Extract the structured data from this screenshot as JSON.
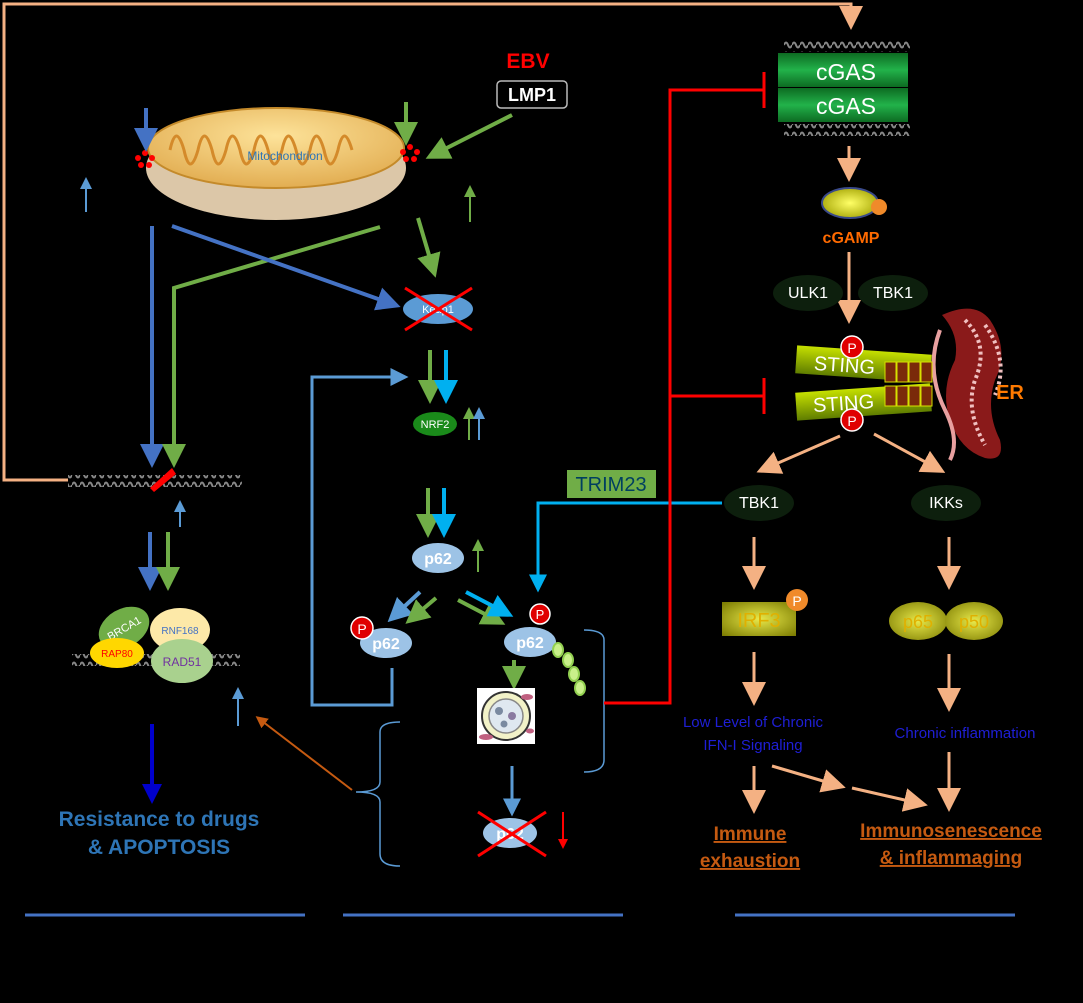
{
  "labels": {
    "ebv": "EBV",
    "lmp1": "LMP1",
    "mitochondrion": "Mitochondrion",
    "keap1": "Keap1",
    "nrf2": "NRF2",
    "p62": "p62",
    "brca1": "BRCA1",
    "rnf168": "RNF168",
    "rap80": "RAP80",
    "rad51": "RAD51",
    "resistance_line1": "Resistance to drugs",
    "resistance_line2": "& APOPTOSIS",
    "trim23": "TRIM23",
    "cgas": "cGAS",
    "cgamp": "cGAMP",
    "ulk1": "ULK1",
    "tbk1": "TBK1",
    "sting": "STING",
    "p": "P",
    "er": "ER",
    "ikks": "IKKs",
    "irf3": "IRF3",
    "p65": "p65",
    "p50": "p50",
    "ifn_line1": "Low Level of Chronic",
    "ifn_line2": "IFN-I Signaling",
    "chronic_inflammation": "Chronic inflammation",
    "immune_line1": "Immune",
    "immune_line2": "exhaustion",
    "senescence_line1": "Immunosenescence",
    "senescence_line2": "& inflammaging"
  },
  "colors": {
    "background": "#000000",
    "salmon": "#f4b183",
    "red": "#ff0000",
    "blue": "#4472c4",
    "green": "#70ad47",
    "cyan": "#00b0f0",
    "navy": "#0000cc",
    "dark_blue_text": "#1f1fd6",
    "orange_text": "#c55a11",
    "cgas_green": "#1a9a3a",
    "sting_green": "#7fa30e"
  }
}
